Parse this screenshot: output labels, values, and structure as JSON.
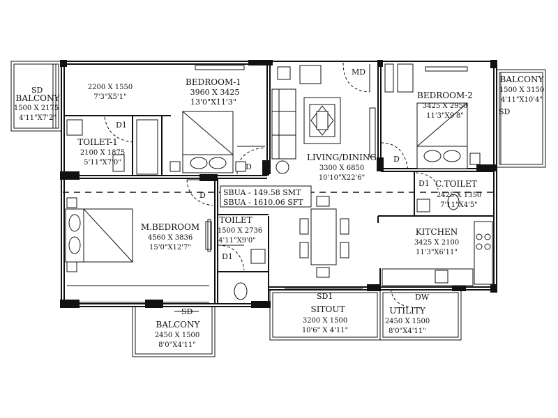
{
  "rooms": {
    "bedroom1": {
      "name": "BEDROOM-1",
      "dim": "3960 X 3425",
      "ft": "13'0\"X11'3\""
    },
    "bedroom2": {
      "name": "BEDROOM-2",
      "dim": "3425 X 2950",
      "ft": "11'3\"X9'8\""
    },
    "mbedroom": {
      "name": "M.BEDROOM",
      "dim": "4560 X 3836",
      "ft": "15'0\"X12'7\""
    },
    "living": {
      "name": "LIVING/DINING",
      "dim": "3300 X 6850",
      "ft": "10'10\"X22'6\""
    },
    "kitchen": {
      "name": "KITCHEN",
      "dim": "3425 X 2100",
      "ft": "11'3\"X6'11\""
    },
    "toilet1": {
      "name": "TOILET-1",
      "dim": "2100 X 1875",
      "ft": "5'11\"X7'0\""
    },
    "toilet": {
      "name": "TOILET",
      "dim": "1500 X 2736",
      "ft": "4'11\"X9'0\""
    },
    "ctoilet": {
      "name": "C.TOILET",
      "dim": "2425 X 1350",
      "ft": "7'11\"X4'5\""
    },
    "wardrobe": {
      "dim": "2200 X 1550",
      "ft": "7'3\"X5'1\""
    },
    "sitout": {
      "name": "SITOUT",
      "dim": "3200 X 1500",
      "ft": "10'6\" X 4'11\""
    },
    "utility": {
      "name": "UTILITY",
      "dim": "2450 X 1500",
      "ft": "8'0\"X4'11\""
    },
    "balcony_left": {
      "name": "BALCONY",
      "dim": "1500 X 2175",
      "ft": "4'11\"X7'2\""
    },
    "balcony_right": {
      "name": "BALCONY",
      "dim": "1500 X 3150",
      "ft": "4'11\"X10'4\""
    },
    "balcony_bottom": {
      "name": "BALCONY",
      "dim": "2450 X 1500",
      "ft": "8'0\"X4'11\""
    }
  },
  "area": {
    "smt": "SBUA - 149.58 SMT",
    "sft": "SBUA - 1610.06 SFT"
  },
  "door_labels": {
    "md": "MD",
    "d1": "D1",
    "d": "D",
    "sd": "SD",
    "sd1": "SD1",
    "dw": "DW"
  }
}
